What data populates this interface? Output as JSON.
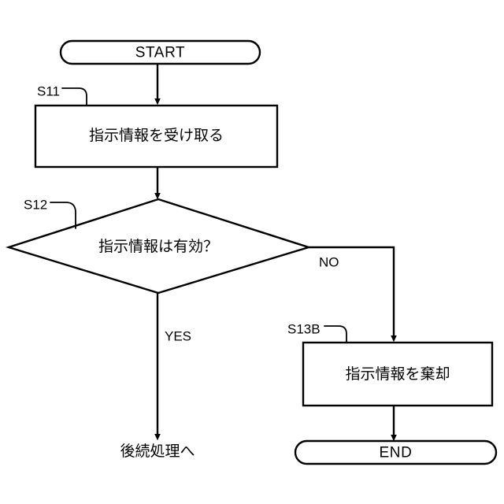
{
  "diagram": {
    "type": "flowchart",
    "orientation": "top-to-bottom",
    "background_color": "#ffffff",
    "line_color": "#000000",
    "nodes": {
      "start": {
        "shape": "terminator",
        "label": "START"
      },
      "receive": {
        "shape": "process",
        "step_id": "S11",
        "label": "指示情報を受け取る"
      },
      "validate": {
        "shape": "decision",
        "step_id": "S12",
        "label": "指示情報は有効？"
      },
      "discard": {
        "shape": "process",
        "step_id": "S13B",
        "label": "指示情報を棄却"
      },
      "end": {
        "shape": "terminator",
        "label": "END"
      },
      "continue": {
        "shape": "off-page-note",
        "label": "後続処理へ"
      }
    },
    "edges": {
      "yes_label": "YES",
      "no_label": "NO"
    }
  }
}
